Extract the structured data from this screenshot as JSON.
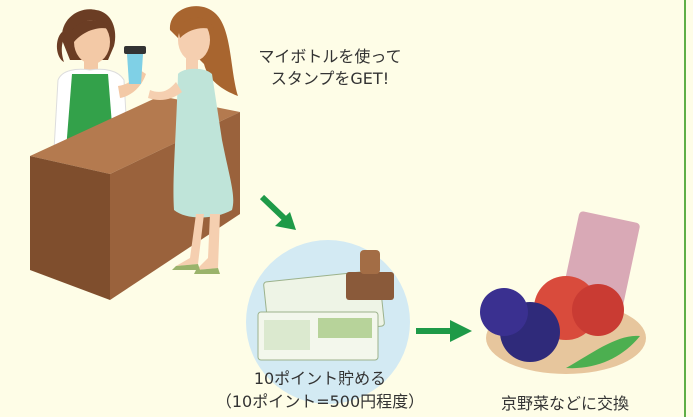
{
  "captions": {
    "bottle_line1": "マイボトルを使って",
    "bottle_line2": "スタンプをGET!",
    "points_line1": "10ポイント貯める",
    "points_line2": "（10ポイント=500円程度）",
    "exchange": "京野菜などに交換"
  },
  "colors": {
    "background": "#fefde7",
    "counter": "#8e5a37",
    "apron": "#33a14a",
    "dress": "#bfe4d9",
    "arrow": "#1e9a48",
    "frame": "#5fae46"
  }
}
